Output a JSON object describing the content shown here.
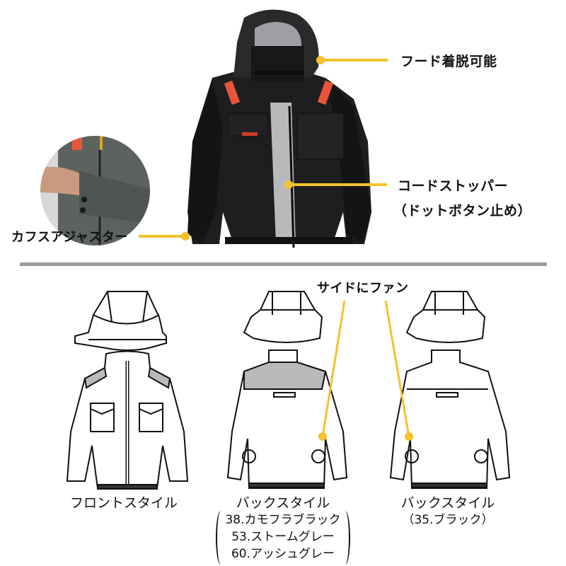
{
  "colors": {
    "accent_yellow": "#f5c22b",
    "jacket_black": "#1c1c1e",
    "jacket_lining": "#bdbdbd",
    "tab_orange": "#e8553a",
    "inset_gray_jacket": "#5c625f",
    "divider_gray": "#9a9a9a",
    "yoke_gray": "#b9b9b9"
  },
  "top_section": {
    "product_photo": {
      "alt": "Black hooded fan jacket, front view"
    },
    "inset_photo": {
      "alt": "Close-up of cuff adjuster on gray jacket sleeve"
    },
    "callouts": [
      {
        "id": "hood",
        "label": "フード着脱可能"
      },
      {
        "id": "cord",
        "label_line1": "コードストッパー",
        "label_line2": "（ドットボタン止め）"
      },
      {
        "id": "cuff",
        "label": "カフスアジャスター"
      }
    ]
  },
  "bottom_section": {
    "fan_callout": {
      "label": "サイドにファン"
    },
    "drawings": [
      {
        "id": "front",
        "caption": "フロントスタイル"
      },
      {
        "id": "back-color",
        "caption": "バックスタイル",
        "colors": [
          "38.カモフラブラック",
          "53.ストームグレー",
          "60.アッシュグレー"
        ]
      },
      {
        "id": "back-black",
        "caption": "バックスタイル",
        "colors_note": "（35.ブラック）"
      }
    ]
  }
}
